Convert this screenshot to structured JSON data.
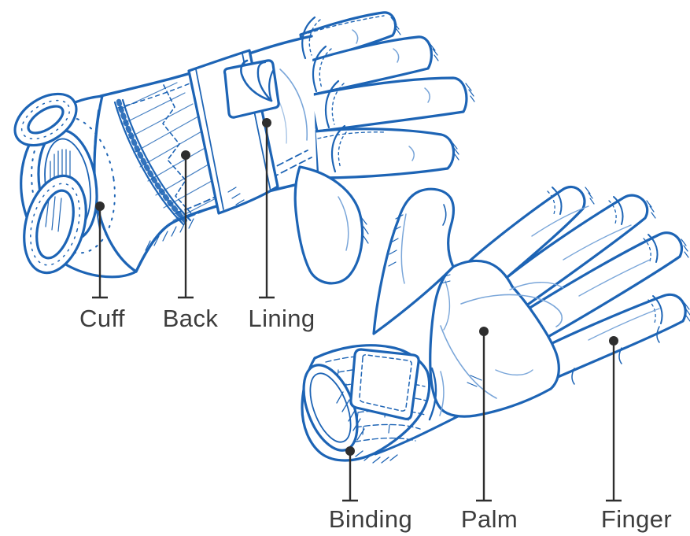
{
  "diagram": {
    "subject": "Glove parts diagram - hand-drawn blue ink sketch of two gloves (back view and palm view)",
    "labels": [
      {
        "id": "cuff",
        "text": "Cuff"
      },
      {
        "id": "back",
        "text": "Back"
      },
      {
        "id": "lining",
        "text": "Lining"
      },
      {
        "id": "binding",
        "text": "Binding"
      },
      {
        "id": "palm",
        "text": "Palm"
      },
      {
        "id": "finger",
        "text": "Finger"
      }
    ],
    "icons": [
      {
        "name": "flame-logo-icon",
        "description": "three-pronged flame/claw emblem on glove strap patch"
      }
    ],
    "colors": {
      "ink": "#1d64b5",
      "ink_light": "#7aa6d9",
      "leader": "#2e2e2e",
      "label_text": "#3d3d3d",
      "background": "#ffffff"
    }
  }
}
